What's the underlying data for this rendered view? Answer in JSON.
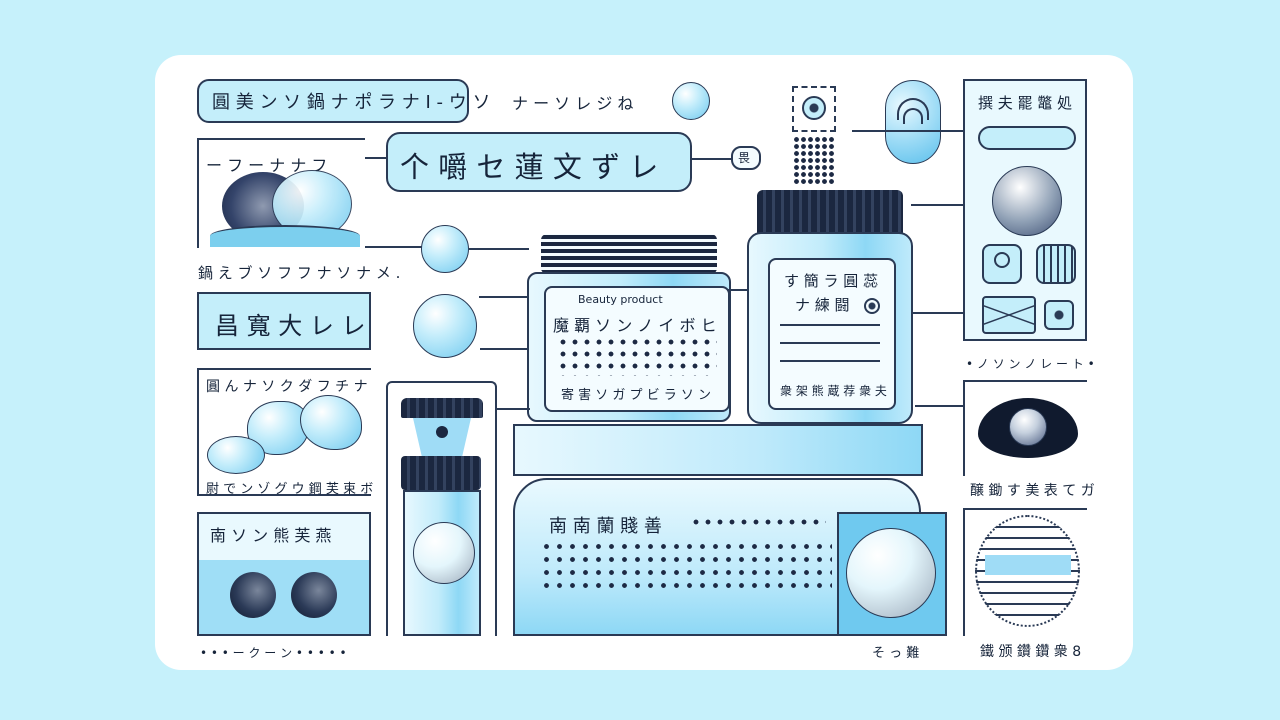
{
  "texts": {
    "top_left_pill": "圓 美 ン ソ 鍋 ナ ポ ラ ナ I - ウ ソ",
    "top_caption": "ナ ー ソ レ ジ ね",
    "main_title": "个 嚼 セ 蓮 文 ず レ",
    "small_tag": "畏",
    "panel1_heading": "ー フ ー ナ ナ フ",
    "panel1_caption": "鍋 え ブ ソ フ フ ナ ソ ナ メ .",
    "btn2_label": "昌 寬 大 レ レ",
    "panel3_heading": "圓 ん ナ ソ ク ダ フ チ ナ",
    "panel3_caption": "尉 で ン ゾ グ ウ 鋼 芙 束 ボ",
    "panel4_heading": "南 ソ ン 熊 芙 燕",
    "bottom_left_caption": "• • • ー ク ー ン • • • • •",
    "jar_label_small": "Beauty product",
    "jar_label_title": "魔 覇 ソ ン ノ イ ボ ヒ",
    "jar_label_footer": "寄 害 ソ ガ プ ビ ラ ソ ン",
    "bottle_label_line1": "す 簡 ラ 圓 蕊",
    "bottle_label_line2": "ナ 練 闘",
    "bottle_label_footer": "衆 架 熊 蔵 荐 衆 夫",
    "box_label_title": "南 南 蘭 賤 善",
    "bottom_center_caption": "そ っ 難",
    "right_panel_heading": "撰 夫 罷 鼈 処",
    "right_mid_caption": "• ノ ソ ン ノ レ ー ト •",
    "right_eye_caption": "醸 鋤 す 美 表 て ガ",
    "bottom_right_caption": "鐵 颁 鑽 鑽 衆 8"
  },
  "colors": {
    "background": "#c6f1fb",
    "card": "#ffffff",
    "accent": "#c4eefa",
    "ink": "#16243a"
  },
  "icons": {
    "face": "face-icon",
    "building": "building-icon",
    "envelope": "envelope-icon",
    "target": "target-icon",
    "eye": "eye-icon"
  }
}
